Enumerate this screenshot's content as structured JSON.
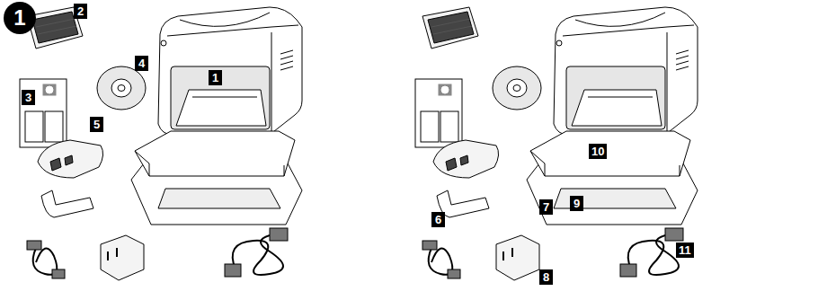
{
  "diagram": {
    "labels": [
      "1",
      "2",
      "4",
      "1",
      "3",
      "5",
      "10",
      "7",
      "9",
      "6",
      "8",
      "11"
    ]
  }
}
